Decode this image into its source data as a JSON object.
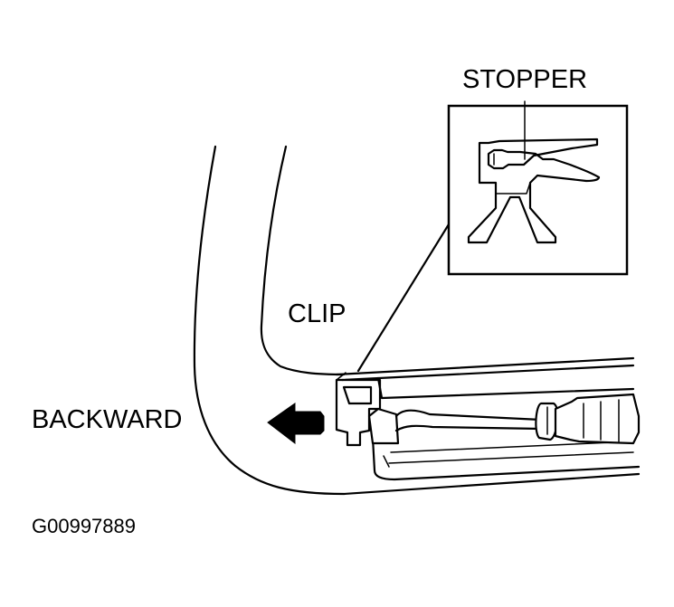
{
  "labels": {
    "stopper": "STOPPER",
    "clip": "CLIP",
    "backward": "BACKWARD",
    "figure_id": "G00997889"
  },
  "colors": {
    "ink": "#000000",
    "paper": "#ffffff"
  },
  "icons": {
    "direction_arrow": "arrow-left-icon"
  }
}
